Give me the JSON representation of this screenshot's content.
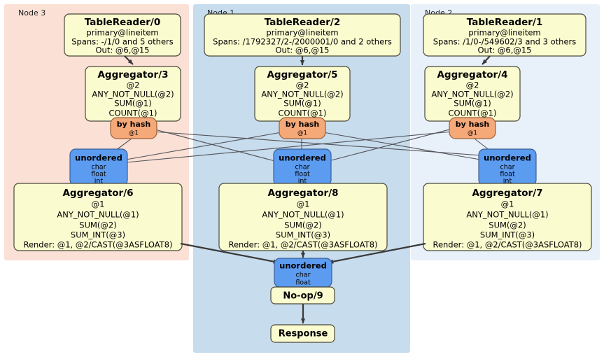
{
  "diagram": {
    "title": "Distributed SQL physical plan",
    "colors": {
      "node3_panel": "#fbe0d6",
      "node1_panel": "#c7dced",
      "node2_panel": "#e8f0fa",
      "processor_box": "#fbfbd0",
      "router_box": "#f5a878",
      "stream_box": "#5b9bf0",
      "edge": "#55555a",
      "edge_thick": "#3a3a3a"
    },
    "panels": [
      {
        "id": "node3",
        "label": "Node 3"
      },
      {
        "id": "node1",
        "label": "Node 1"
      },
      {
        "id": "node2",
        "label": "Node 2"
      }
    ],
    "nodes": {
      "tablereader0": {
        "title": "TableReader/0",
        "lines": [
          "primary@lineitem",
          "Spans: -/1/0 and 5 others",
          "Out: @6,@15"
        ]
      },
      "tablereader2": {
        "title": "TableReader/2",
        "lines": [
          "primary@lineitem",
          "Spans: /1792327/2-/2000001/0 and 2 others",
          "Out: @6,@15"
        ]
      },
      "tablereader1": {
        "title": "TableReader/1",
        "lines": [
          "primary@lineitem",
          "Spans: /1/0-/549602/3 and 3 others",
          "Out: @6,@15"
        ]
      },
      "aggregator3": {
        "title": "Aggregator/3",
        "lines": [
          "@2",
          "ANY_NOT_NULL(@2)",
          "SUM(@1)",
          "COUNT(@1)"
        ]
      },
      "aggregator5": {
        "title": "Aggregator/5",
        "lines": [
          "@2",
          "ANY_NOT_NULL(@2)",
          "SUM(@1)",
          "COUNT(@1)"
        ]
      },
      "aggregator4": {
        "title": "Aggregator/4",
        "lines": [
          "@2",
          "ANY_NOT_NULL(@2)",
          "SUM(@1)",
          "COUNT(@1)"
        ]
      },
      "byhash_left": {
        "title": "by hash",
        "sub": "@1"
      },
      "byhash_center": {
        "title": "by hash",
        "sub": "@1"
      },
      "byhash_right": {
        "title": "by hash",
        "sub": "@1"
      },
      "unordered_left": {
        "title": "unordered",
        "types": [
          "char",
          "float",
          "int"
        ]
      },
      "unordered_center": {
        "title": "unordered",
        "types": [
          "char",
          "float",
          "int"
        ]
      },
      "unordered_right": {
        "title": "unordered",
        "types": [
          "char",
          "float",
          "int"
        ]
      },
      "aggregator6": {
        "title": "Aggregator/6",
        "lines": [
          "@1",
          "ANY_NOT_NULL(@1)",
          "SUM(@2)",
          "SUM_INT(@3)",
          "Render: @1, @2/CAST(@3ASFLOAT8)"
        ]
      },
      "aggregator8": {
        "title": "Aggregator/8",
        "lines": [
          "@1",
          "ANY_NOT_NULL(@1)",
          "SUM(@2)",
          "SUM_INT(@3)",
          "Render: @1, @2/CAST(@3ASFLOAT8)"
        ]
      },
      "aggregator7": {
        "title": "Aggregator/7",
        "lines": [
          "@1",
          "ANY_NOT_NULL(@1)",
          "SUM(@2)",
          "SUM_INT(@3)",
          "Render: @1, @2/CAST(@3ASFLOAT8)"
        ]
      },
      "unordered_final": {
        "title": "unordered",
        "types": [
          "char",
          "float"
        ]
      },
      "noop9": {
        "title": "No-op/9"
      },
      "response": {
        "title": "Response"
      }
    }
  }
}
